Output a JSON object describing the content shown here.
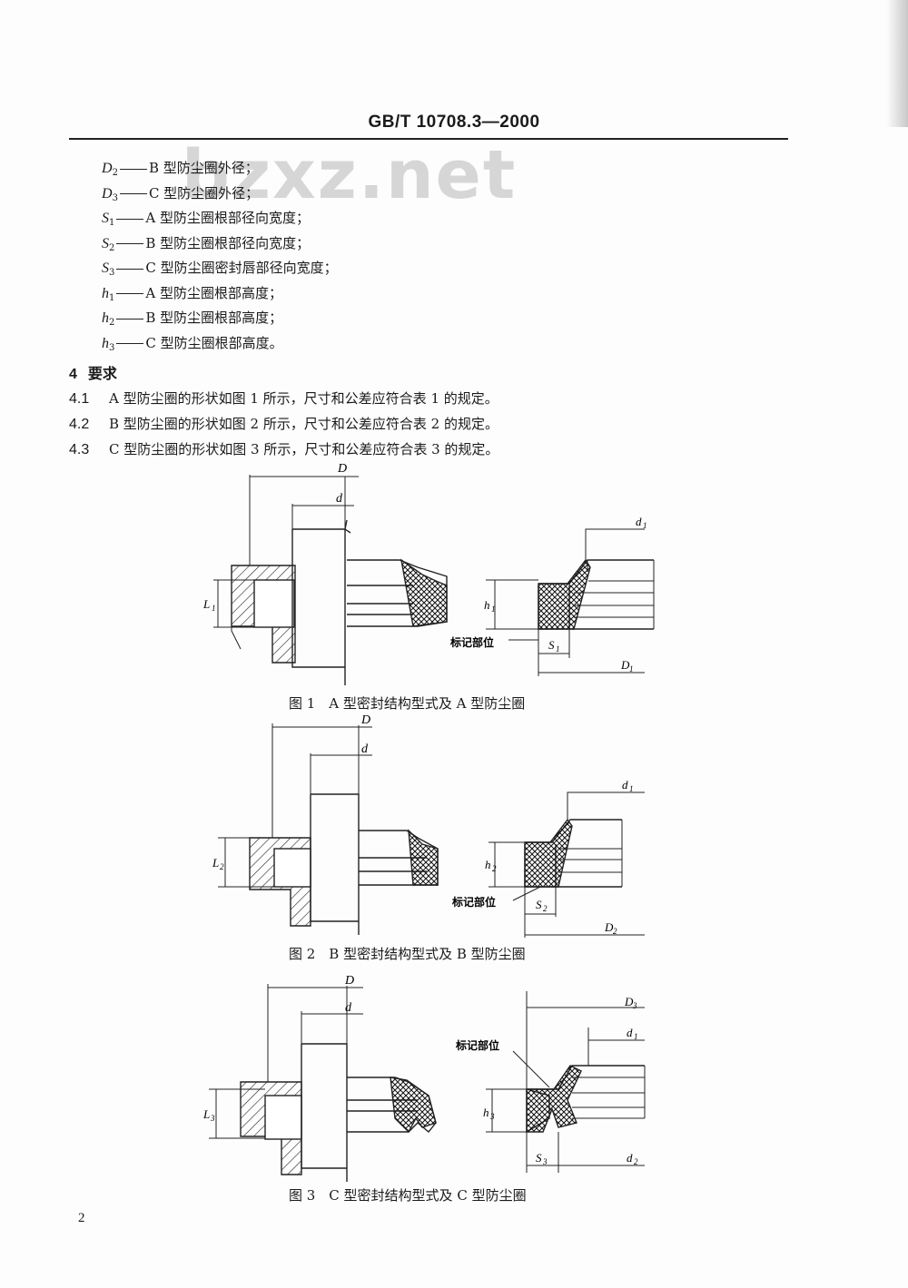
{
  "header": "GB/T 10708.3—2000",
  "watermark": "bzxz.net",
  "definitions": [
    {
      "sym": "D",
      "sub": "2",
      "text": "B 型防尘圈外径；"
    },
    {
      "sym": "D",
      "sub": "3",
      "text": "C 型防尘圈外径；"
    },
    {
      "sym": "S",
      "sub": "1",
      "text": "A 型防尘圈根部径向宽度；"
    },
    {
      "sym": "S",
      "sub": "2",
      "text": "B 型防尘圈根部径向宽度；"
    },
    {
      "sym": "S",
      "sub": "3",
      "text": "C 型防尘圈密封唇部径向宽度；"
    },
    {
      "sym": "h",
      "sub": "1",
      "text": "A 型防尘圈根部高度；"
    },
    {
      "sym": "h",
      "sub": "2",
      "text": "B 型防尘圈根部高度；"
    },
    {
      "sym": "h",
      "sub": "3",
      "text": "C 型防尘圈根部高度。"
    }
  ],
  "section": {
    "num": "4",
    "title": "要求"
  },
  "clauses": [
    {
      "num": "4.1",
      "text": "A 型防尘圈的形状如图 1 所示，尺寸和公差应符合表 1 的规定。"
    },
    {
      "num": "4.2",
      "text": "B 型防尘圈的形状如图 2 所示，尺寸和公差应符合表 2 的规定。"
    },
    {
      "num": "4.3",
      "text": "C 型防尘圈的形状如图 3 所示，尺寸和公差应符合表 3 的规定。"
    }
  ],
  "figures": [
    {
      "caption": "图 1　A 型密封结构型式及 A 型防尘圈",
      "labels": {
        "D": "D",
        "d": "d",
        "L": "L",
        "L_sub": "1",
        "d1": "d",
        "d1_sub": "1",
        "h": "h",
        "h_sub": "1",
        "S": "S",
        "S_sub": "1",
        "D1": "D",
        "D1_sub": "1",
        "mark": "标记部位"
      }
    },
    {
      "caption": "图 2　B 型密封结构型式及 B 型防尘圈",
      "labels": {
        "D": "D",
        "d": "d",
        "L": "L",
        "L_sub": "2",
        "d1": "d",
        "d1_sub": "1",
        "h": "h",
        "h_sub": "2",
        "S": "S",
        "S_sub": "2",
        "D2": "D",
        "D2_sub": "2",
        "mark": "标记部位"
      }
    },
    {
      "caption": "图 3　C 型密封结构型式及 C 型防尘圈",
      "labels": {
        "D": "D",
        "d": "d",
        "L": "L",
        "L_sub": "3",
        "D3": "D",
        "D3_sub": "3",
        "d1": "d",
        "d1_sub": "1",
        "h": "h",
        "h_sub": "3",
        "S": "S",
        "S_sub": "3",
        "d2": "d",
        "d2_sub": "2",
        "mark": "标记部位"
      }
    }
  ],
  "page_number": "2"
}
